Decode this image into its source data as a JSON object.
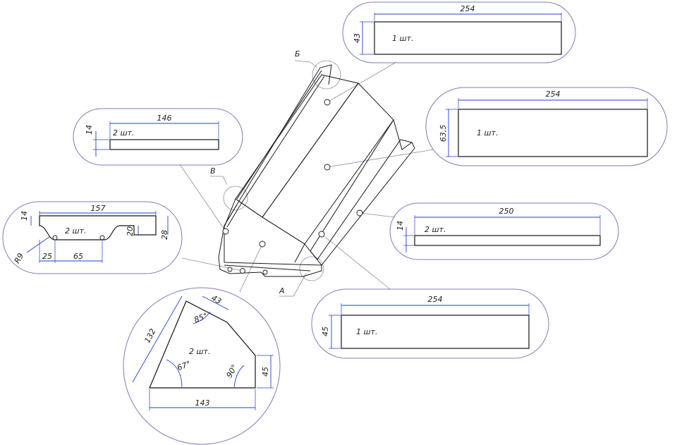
{
  "colors": {
    "dimension": "#1f3fd0",
    "outline": "#141414",
    "bubble": "#7c7cb8",
    "background": "#ffffff"
  },
  "callouts": {
    "b": "Б",
    "v": "В",
    "a": "А"
  },
  "parts": {
    "top_plate": {
      "length": "254",
      "height": "43",
      "qty": "1 шт."
    },
    "right_plate": {
      "length": "254",
      "height": "63,5",
      "qty": "1 шт."
    },
    "strip_146": {
      "length": "146",
      "height": "14",
      "qty": "2 шт."
    },
    "strip_250": {
      "length": "250",
      "height": "14",
      "qty": "2 шт."
    },
    "bottom_plate": {
      "length": "254",
      "height": "45",
      "qty": "1 шт."
    },
    "bracket": {
      "length": "157",
      "height_left": "14",
      "height_right": "28",
      "step": "20",
      "radius": "R9",
      "offset": "25",
      "hole_spacing": "65",
      "qty": "2 шт."
    },
    "side_plate": {
      "top_edge": "43",
      "left_edge": "132",
      "bottom_edge": "143",
      "right_edge": "45",
      "angle_top": "85°",
      "angle_left": "67°",
      "angle_right": "90°",
      "qty": "2 шт."
    }
  }
}
